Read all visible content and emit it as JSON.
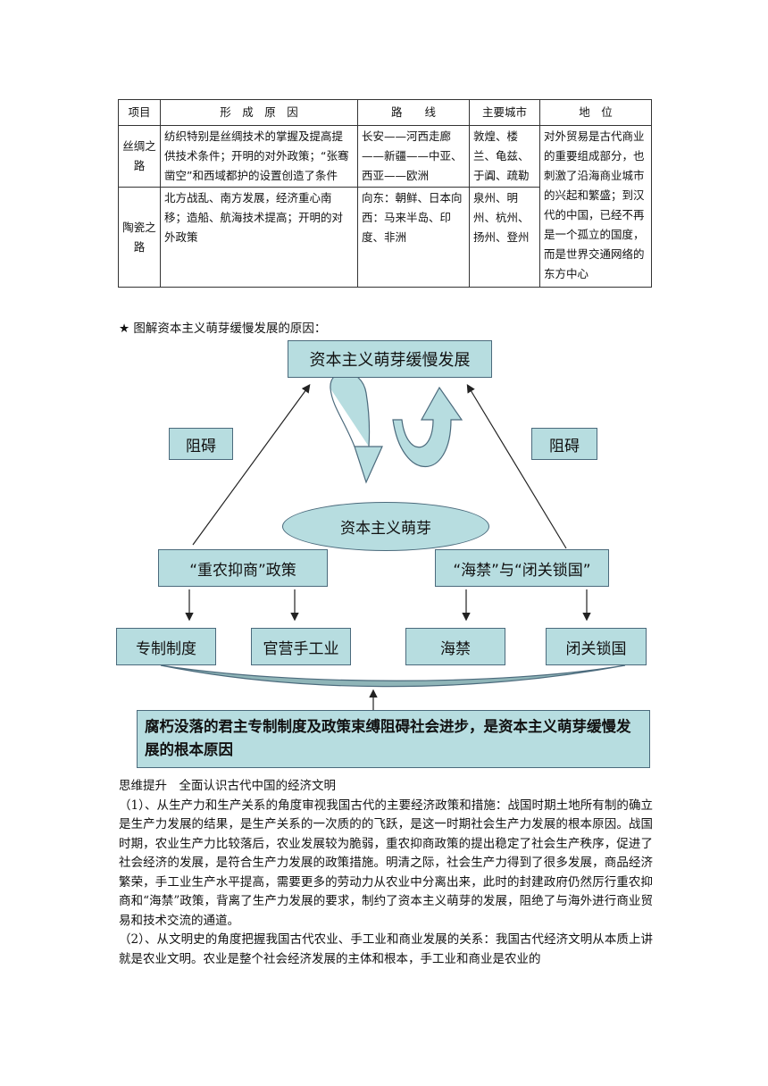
{
  "table": {
    "headers": [
      "项目",
      "形　成　原　因",
      "路　　线",
      "主要城市",
      "地　位"
    ],
    "rows": [
      {
        "name": "丝绸之路",
        "cause": "纺织特别是丝绸技术的掌握及提高提供技术条件；开明的对外政策；“张骞凿空”和西域都护的设置创造了条件",
        "route": "长安——河西走廊——新疆——中亚、西亚——欧洲",
        "cities": "敦煌、楼兰、龟兹、于阗、疏勒"
      },
      {
        "name": "陶瓷之路",
        "cause": "北方战乱、南方发展，经济重心南移；造船、航海技术提高；开明的对外政策",
        "route": "向东：朝鲜、日本向西：马来半岛、印度、非洲",
        "cities": "泉州、明州、杭州、扬州、登州"
      }
    ],
    "status": "对外贸易是古代商业的重要组成部分，也刺激了沿海商业城市的兴起和繁盛；到汉代的中国，已经不再是一个孤立的国度，而是世界交通网络的东方中心"
  },
  "diagram": {
    "heading": "★ 图解资本主义萌芽缓慢发展的原因：",
    "top": "资本主义萌芽缓慢发展",
    "hinder_left": "阻碍",
    "hinder_right": "阻碍",
    "center": "资本主义萌芽",
    "policy_left": "“重农抑商”政策",
    "policy_right": "“海禁”与“闭关锁国”",
    "b1": "专制制度",
    "b2": "官营手工业",
    "b3": "海禁",
    "b4": "闭关锁国",
    "root": "腐朽没落的君主专制制度及政策束缚阻碍社会进步，是资本主义萌芽缓慢发展的根本原因",
    "colors": {
      "fill": "#b7dde0",
      "border": "#4b6a7c"
    }
  },
  "essay": {
    "title": "思维提升　全面认识古代中国的经济文明",
    "p1": "（1）、从生产力和生产关系的角度审视我国古代的主要经济政策和措施：战国时期土地所有制的确立是生产力发展的结果，是生产关系的一次质的的飞跃，是这一时期社会生产力发展的根本原因。战国时期，农业生产力比较落后，农业发展较为脆弱，重农抑商政策的提出稳定了社会生产秩序，促进了社会经济的发展，是符合生产力发展的政策措施。明清之际，社会生产力得到了很多发展，商品经济繁荣，手工业生产水平提高，需要更多的劳动力从农业中分离出来，此时的封建政府仍然厉行重农抑商和“海禁”政策，背离了生产力发展的要求，制约了资本主义萌芽的发展，阻绝了与海外进行商业贸易和技术交流的通道。",
    "p2": "（2）、从文明史的角度把握我国古代农业、手工业和商业发展的关系：我国古代经济文明从本质上讲就是农业文明。农业是整个社会经济发展的主体和根本，手工业和商业是农业的"
  }
}
